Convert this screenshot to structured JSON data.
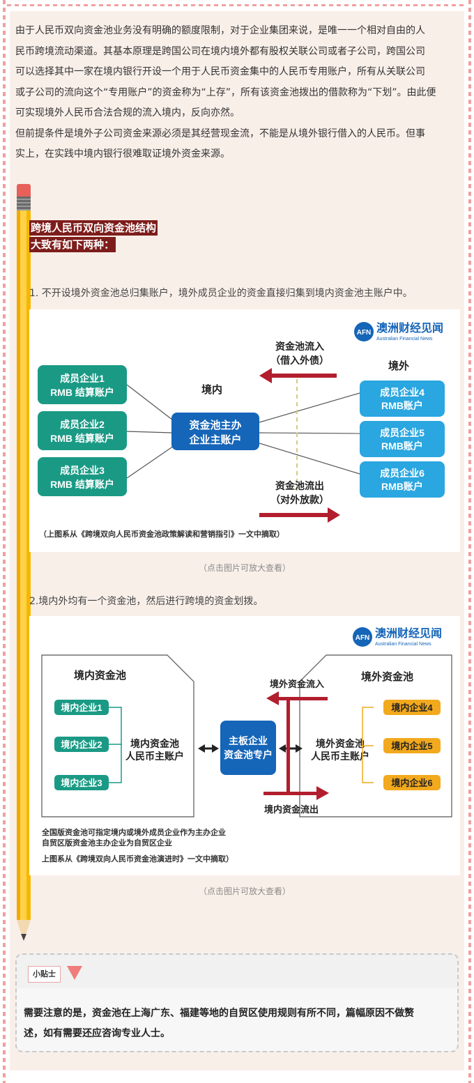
{
  "intro": {
    "lines": [
      "由于人民币双向资金池业务没有明确的额度限制，对于企业集团来说，是唯一一个相对自由的人",
      "民币跨境流动渠道。其基本原理是跨国公司在境内境外都有股权关联公司或者子公司，跨国公司",
      "可以选择其中一家在境内银行开设一个用于人民币资金集中的人民币专用账户，所有从关联公司",
      "或子公司的流向这个“专用账户”的资金称为“上存”，所有该资金池拨出的借款称为“下划”。由此便",
      "可实现境外人民币合法合规的流入境内，反向亦然。",
      "但前提条件是境外子公司资金来源必须是其经营现金流，不能是从境外银行借入的人民币。但事",
      "实上，在实践中境内银行很难取证境外资金来源。"
    ]
  },
  "section": {
    "heading1": "跨境人民币双向资金池结构",
    "heading2": "大致有如下两种：",
    "item1": "1. 不开设境外资金池总归集账户，境外成员企业的资金直接归集到境内资金池主账户中。",
    "item2": "2.境内外均有一个资金池，然后进行跨境的资金划拨。",
    "caption": "（点击图片可放大查看）"
  },
  "fig1": {
    "logo_name": "澳洲财经见闻",
    "logo_sub": "Australian Financial News",
    "logo_mark": "AFN",
    "inflow_1": "资金池流入",
    "inflow_2": "（借入外债）",
    "outflow_1": "资金池流出",
    "outflow_2": "（对外放款）",
    "domestic": "境内",
    "overseas": "境外",
    "center_1": "资金池主办",
    "center_2": "企业主账户",
    "left_boxes": [
      {
        "l1": "成员企业1",
        "l2": "RMB 结算账户"
      },
      {
        "l1": "成员企业2",
        "l2": "RMB 结算账户"
      },
      {
        "l1": "成员企业3",
        "l2": "RMB 结算账户"
      }
    ],
    "right_boxes": [
      {
        "l1": "成员企业4",
        "l2": "RMB账户"
      },
      {
        "l1": "成员企业5",
        "l2": "RMB账户"
      },
      {
        "l1": "成员企业6",
        "l2": "RMB账户"
      }
    ],
    "source": "（上图系从《跨境双向人民币资金池政策解读和营销指引》一文中摘取）",
    "color_teal": "#1a9a85",
    "color_blue": "#1565b8",
    "color_sky": "#2aa6e0",
    "color_red": "#b21e2e"
  },
  "fig2": {
    "logo_name": "澳洲财经见闻",
    "logo_sub": "Australian Financial News",
    "logo_mark": "AFN",
    "domestic_pool": "境内资金池",
    "overseas_pool": "境外资金池",
    "left_items": [
      "境内企业1",
      "境内企业2",
      "境内企业3"
    ],
    "right_items": [
      "境内企业4",
      "境内企业5",
      "境内企业6"
    ],
    "dom_acct_1": "境内资金池",
    "dom_acct_2": "人民币主账户",
    "center_1": "主板企业",
    "center_2": "资金池专户",
    "ovs_acct_1": "境外资金池",
    "ovs_acct_2": "人民币主账户",
    "inflow": "境外资金流入",
    "outflow": "境内资金流出",
    "note_1": "全国版资金池可指定境内或境外成员企业作为主办企业",
    "note_2": "自贸区版资金池主办企业为自贸区企业",
    "source": "上图系从《跨境双向人民币资金池演进时》一文中摘取）",
    "color_teal": "#1a9a85",
    "color_orange": "#f2a91d",
    "color_blue": "#1565b8",
    "color_red": "#b21e2e"
  },
  "tip": {
    "tag": "小贴士",
    "lines": [
      "需要注意的是，资金池在上海广东、福建等地的自贸区使用规则有所不同，篇幅原因不做赘",
      "述，如有需要还应咨询专业人士。"
    ]
  }
}
